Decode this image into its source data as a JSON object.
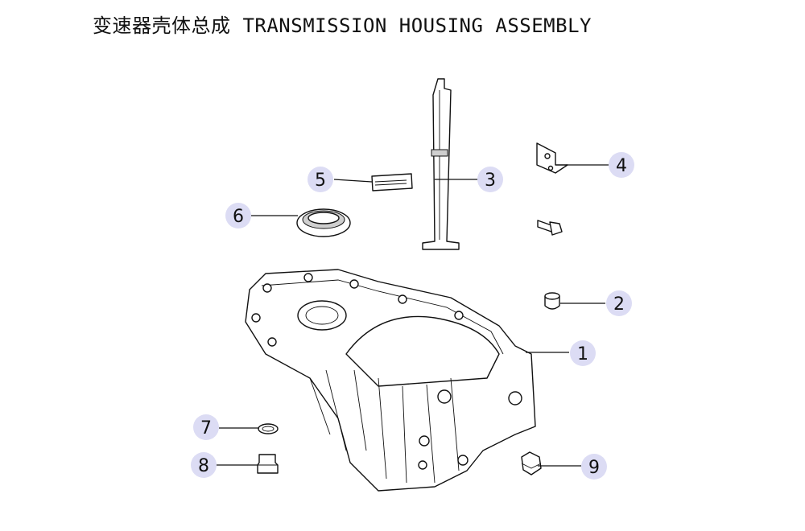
{
  "title": "变速器壳体总成 TRANSMISSION HOUSING ASSEMBLY",
  "callouts": [
    {
      "num": "1",
      "name": "transmission-housing"
    },
    {
      "num": "2",
      "name": "bushing"
    },
    {
      "num": "3",
      "name": "oil-guide-plate"
    },
    {
      "num": "4",
      "name": "bracket"
    },
    {
      "num": "5",
      "name": "nameplate"
    },
    {
      "num": "6",
      "name": "oil-seal"
    },
    {
      "num": "7",
      "name": "washer"
    },
    {
      "num": "8",
      "name": "drain-plug"
    },
    {
      "num": "9",
      "name": "filler-plug"
    }
  ]
}
